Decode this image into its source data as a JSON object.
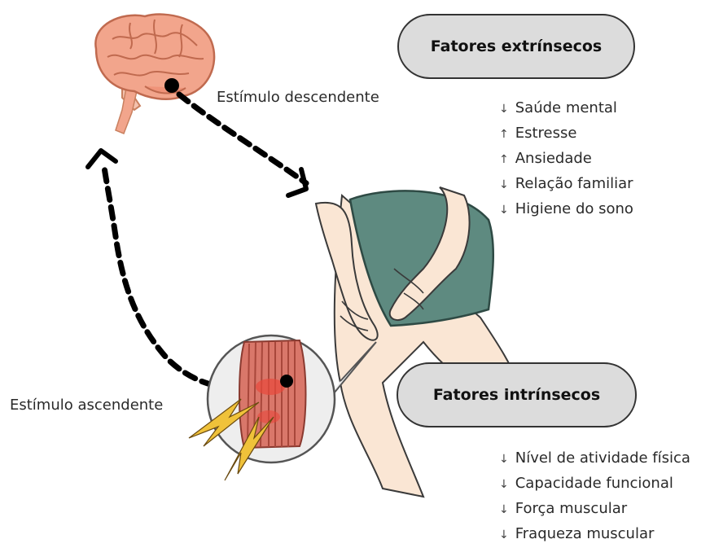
{
  "extrinsic": {
    "title": "Fatores extrínsecos",
    "items": [
      {
        "arrow": "↓",
        "text": "Saúde mental"
      },
      {
        "arrow": "↑",
        "text": "Estresse"
      },
      {
        "arrow": "↑",
        "text": "Ansiedade"
      },
      {
        "arrow": "↓",
        "text": "Relação familiar"
      },
      {
        "arrow": "↓",
        "text": "Higiene do sono"
      }
    ]
  },
  "intrinsic": {
    "title": "Fatores intrínsecos",
    "items": [
      {
        "arrow": "↓",
        "text": "Nível de atividade física"
      },
      {
        "arrow": "↓",
        "text": "Capacidade funcional"
      },
      {
        "arrow": "↓",
        "text": "Força muscular"
      },
      {
        "arrow": "↓",
        "text": "Fraqueza muscular"
      }
    ]
  },
  "labels": {
    "descending": "Estímulo descendente",
    "ascending": "Estímulo ascendente"
  },
  "colors": {
    "brain": "#f2a58c",
    "shorts": "#5e8a80",
    "skin": "#fae6d4",
    "muscle": "#d9776a",
    "pain": "#e8483c",
    "lightning": "#f0c23a",
    "pill": "#dcdcdc"
  },
  "icons": [
    "brain-icon",
    "muscle-fiber-icon",
    "lightning-icon",
    "knee-pain-illustration"
  ]
}
